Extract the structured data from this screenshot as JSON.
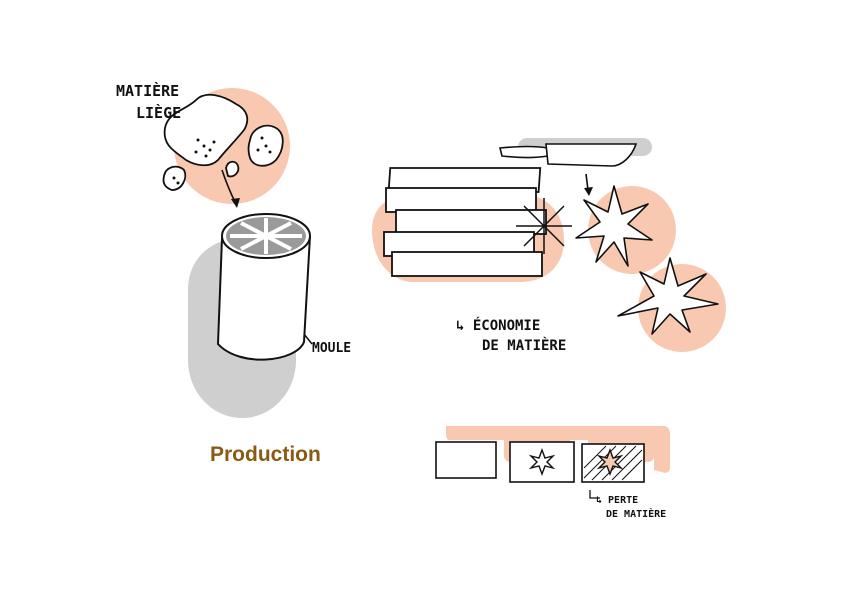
{
  "labels": {
    "matiere": "MATIÈRE",
    "liege": "LIÈGE",
    "moule": "MOULE",
    "economie_line1": "↳ ÉCONOMIE",
    "economie_line2": "DE MATIÈRE",
    "title": "Production",
    "perte_line1": "↳ PERTE",
    "perte_line2": "DE MATIÈRE"
  },
  "colors": {
    "peach": "#f8c9b0",
    "shadow_grey": "#cfcfcf",
    "mold_grey": "#9a9a9a",
    "ink": "#111111",
    "title_brown": "#8a5a12"
  }
}
